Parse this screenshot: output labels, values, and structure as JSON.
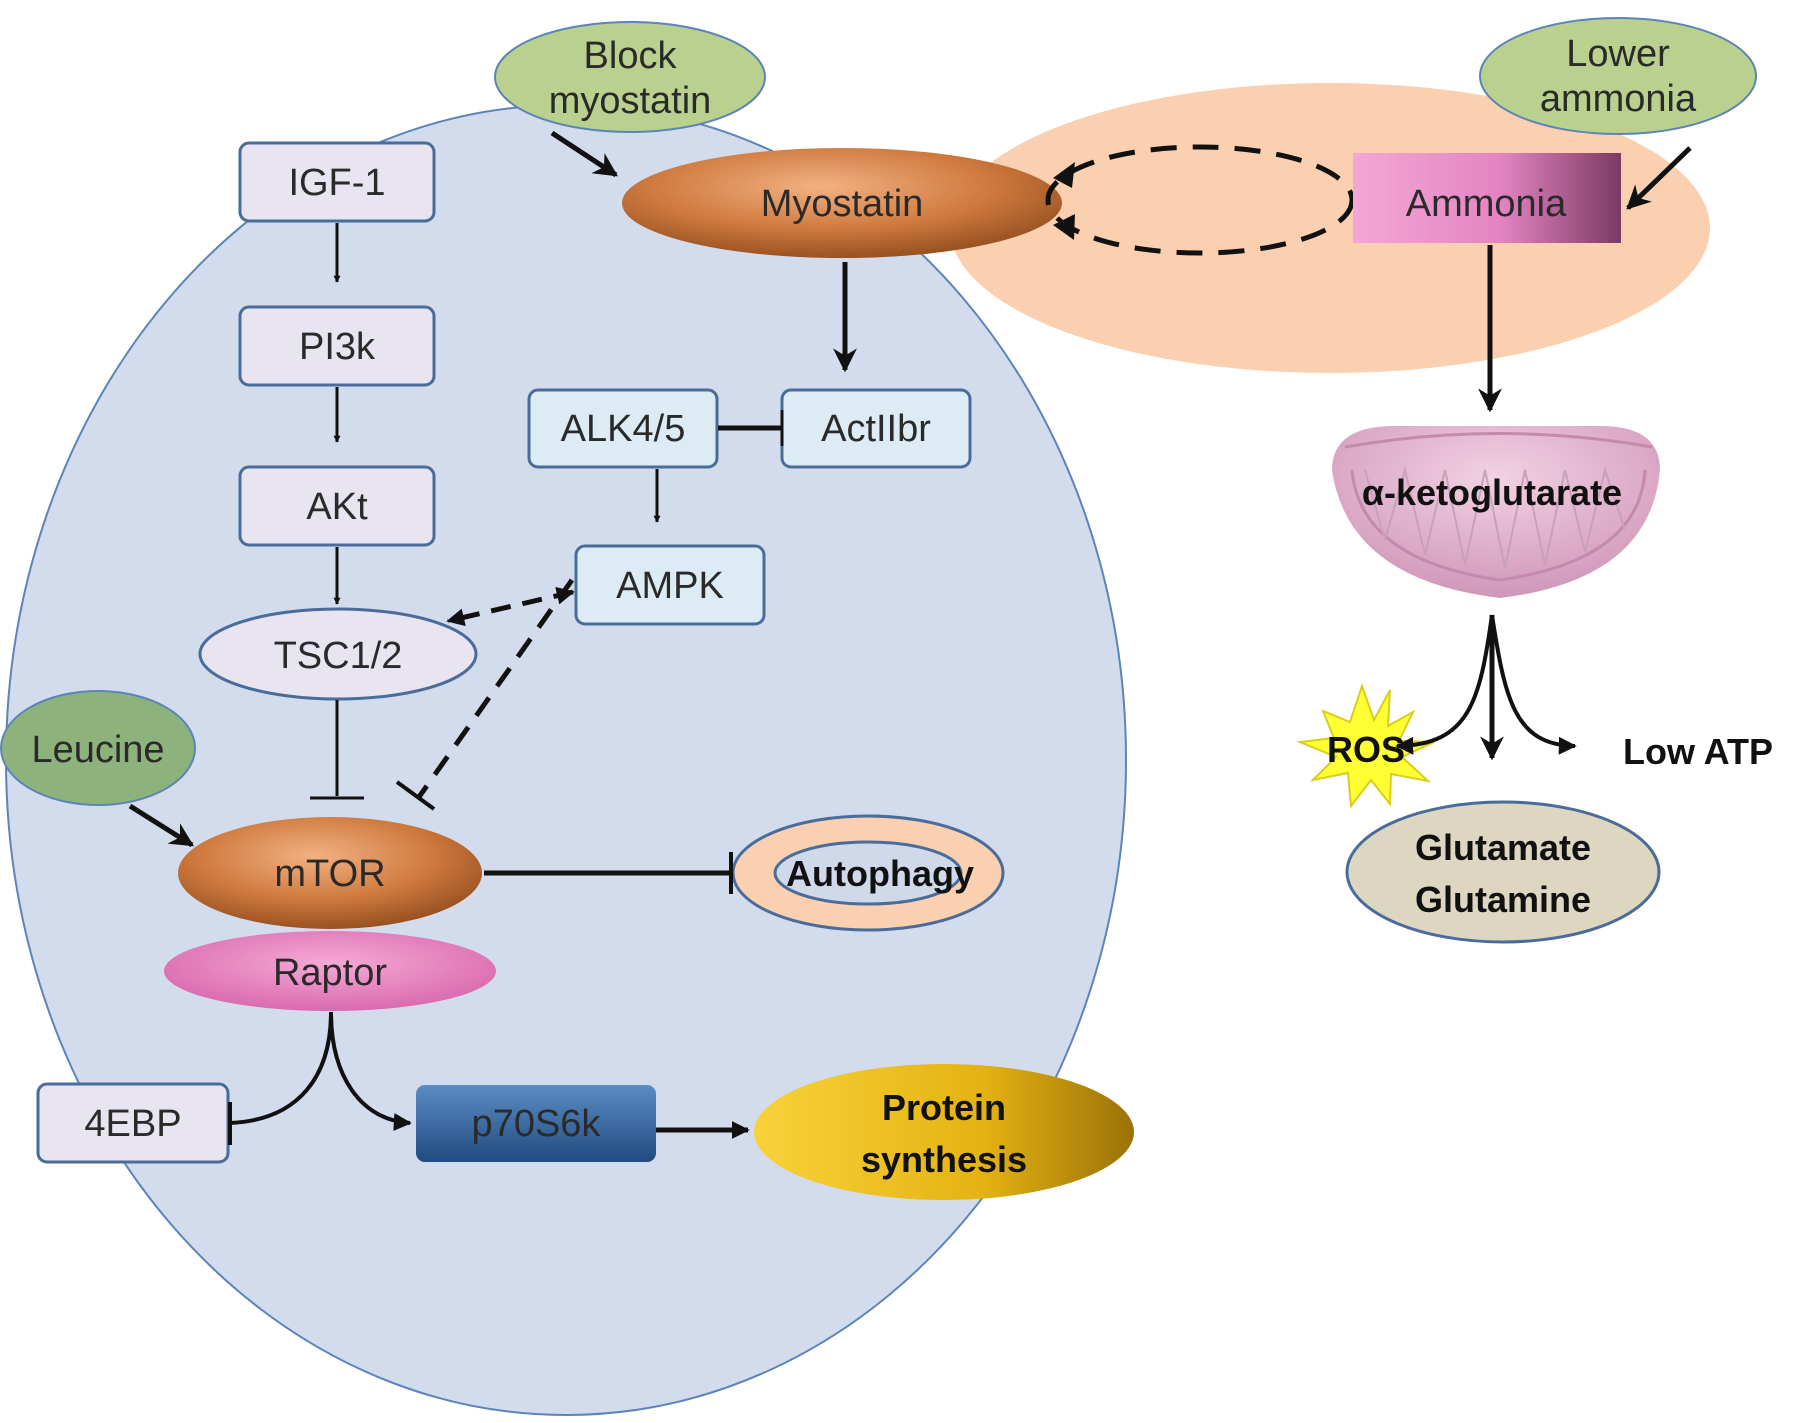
{
  "nodes": {
    "block_myostatin": [
      "Block",
      "myostatin"
    ],
    "lower_ammonia": [
      "Lower",
      "ammonia"
    ],
    "igf1": "IGF-1",
    "pi3k": "PI3k",
    "akt": "AKt",
    "tsc": "TSC1/2",
    "alk": "ALK4/5",
    "actiibr": "ActIIbr",
    "ampk": "AMPK",
    "myostatin": "Myostatin",
    "ammonia": "Ammonia",
    "leucine": "Leucine",
    "mtor": "mTOR",
    "raptor": "Raptor",
    "autophagy": "Autophagy",
    "ebp": "4EBP",
    "p70": "p70S6k",
    "protein": [
      "Protein",
      "synthesis"
    ],
    "akg": "α-ketoglutarate",
    "ros": "ROS",
    "low_atp": "Low ATP",
    "glut": [
      "Glutamate",
      "Glutamine"
    ]
  },
  "colors": {
    "cell_fill": "#cfd9ea",
    "cell_stroke": "#5d84b9",
    "extra_fill": "#fbd0b0",
    "pathway_box": "#e8e4f0",
    "ampk_box": "#dcebf4",
    "box_stroke": "#4a6c9b",
    "myostatin": "#c7743a",
    "mtor": "#c7743a",
    "ammonia": "#e68fc5",
    "raptor": "#e77fbd",
    "p70": "#3f6fa8",
    "protein": "#f1c21a",
    "green_ellipse": "#b9d08f",
    "leucine_ellipse": "#8db27c",
    "glut_ellipse": "#ddd6c0",
    "ros_star": "#ffff33",
    "mito": "#e2b6cf"
  }
}
